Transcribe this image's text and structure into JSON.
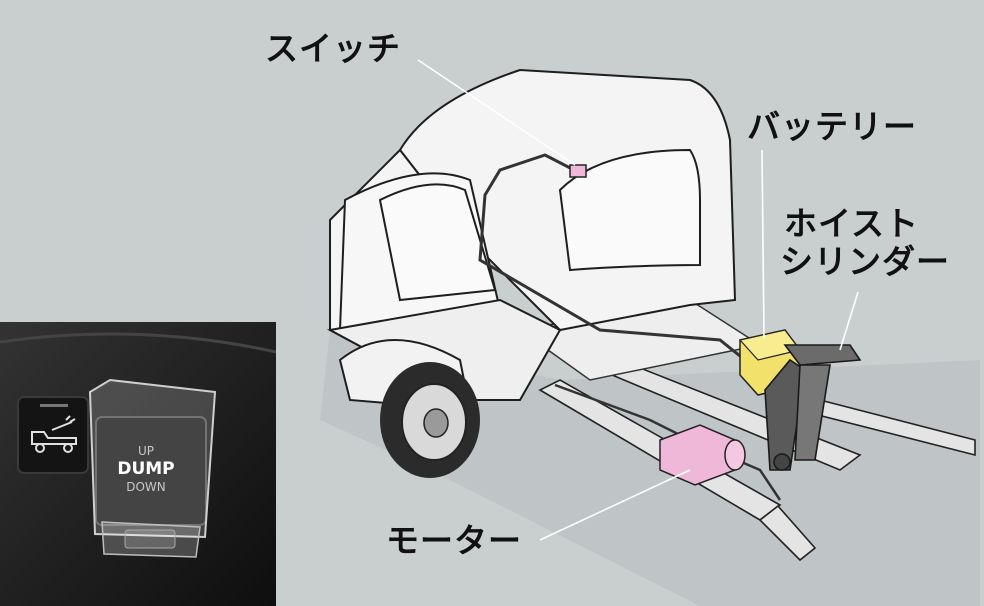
{
  "labels": {
    "switch": "スイッチ",
    "battery": "バッテリー",
    "hoist_line1": "ホイスト",
    "hoist_line2": "シリンダー",
    "motor": "モーター"
  },
  "inset_switch": {
    "up": "UP",
    "dump": "DUMP",
    "down": "DOWN"
  },
  "colors": {
    "background": "#c9cecf",
    "battery": "#f2e26b",
    "motor": "#f0b8d8",
    "truck_body": "#f4f4f4"
  }
}
